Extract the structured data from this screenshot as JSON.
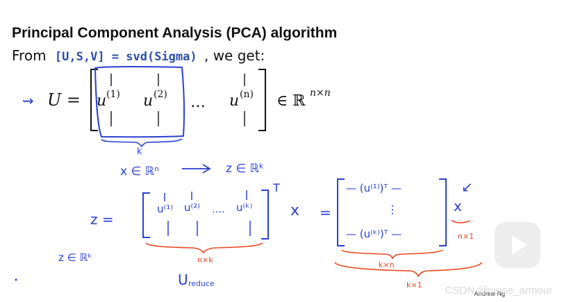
{
  "slide": {
    "title": "Principal Component Analysis (PCA) algorithm",
    "from_prefix": "From",
    "svd_code": "[U,S,V] = svd(Sigma)",
    "from_suffix": ", we get:"
  },
  "typeset_equation": {
    "lhs": "U =",
    "col1": "u",
    "col1_sup": "(1)",
    "col2": "u",
    "col2_sup": "(2)",
    "dots": "…",
    "coln": "u",
    "coln_sup": "(n)",
    "membership": "∈ ℝ",
    "dim_sup": "n×n"
  },
  "handwriting": {
    "arrow_mark": "⇝",
    "k_under_bracket": "k",
    "x_in_rn": "x ∈ ℝⁿ",
    "z_in_rk": "z ∈ ℝᵏ",
    "z_eq": "z  =",
    "u1": "u⁽¹⁾",
    "u2": "u⁽²⁾",
    "u_dots": "….",
    "uk": "u⁽ᵏ⁾",
    "transpose": "T",
    "times_x": "x",
    "equals": "=",
    "row_top": "— (u⁽¹⁾)ᵀ —",
    "vdots": "⋮",
    "row_bottom": "— (u⁽ᵏ⁾)ᵀ —",
    "check_arrow": "↙",
    "x_vec": "x",
    "nx1": "n×1",
    "nxk": "n×k",
    "kxn": "k×n",
    "kx1": "k×1",
    "z_in_rk_left": "z ∈ ℝᵏ",
    "u_reduce": "U",
    "u_reduce_sub": "reduce"
  },
  "colors": {
    "ink_blue": "#2a3fd0",
    "ink_red": "#e8451c",
    "code_blue": "#2a4ea8"
  },
  "credit": "Andrew Ng",
  "watermark": "CSDN @verse_armour"
}
